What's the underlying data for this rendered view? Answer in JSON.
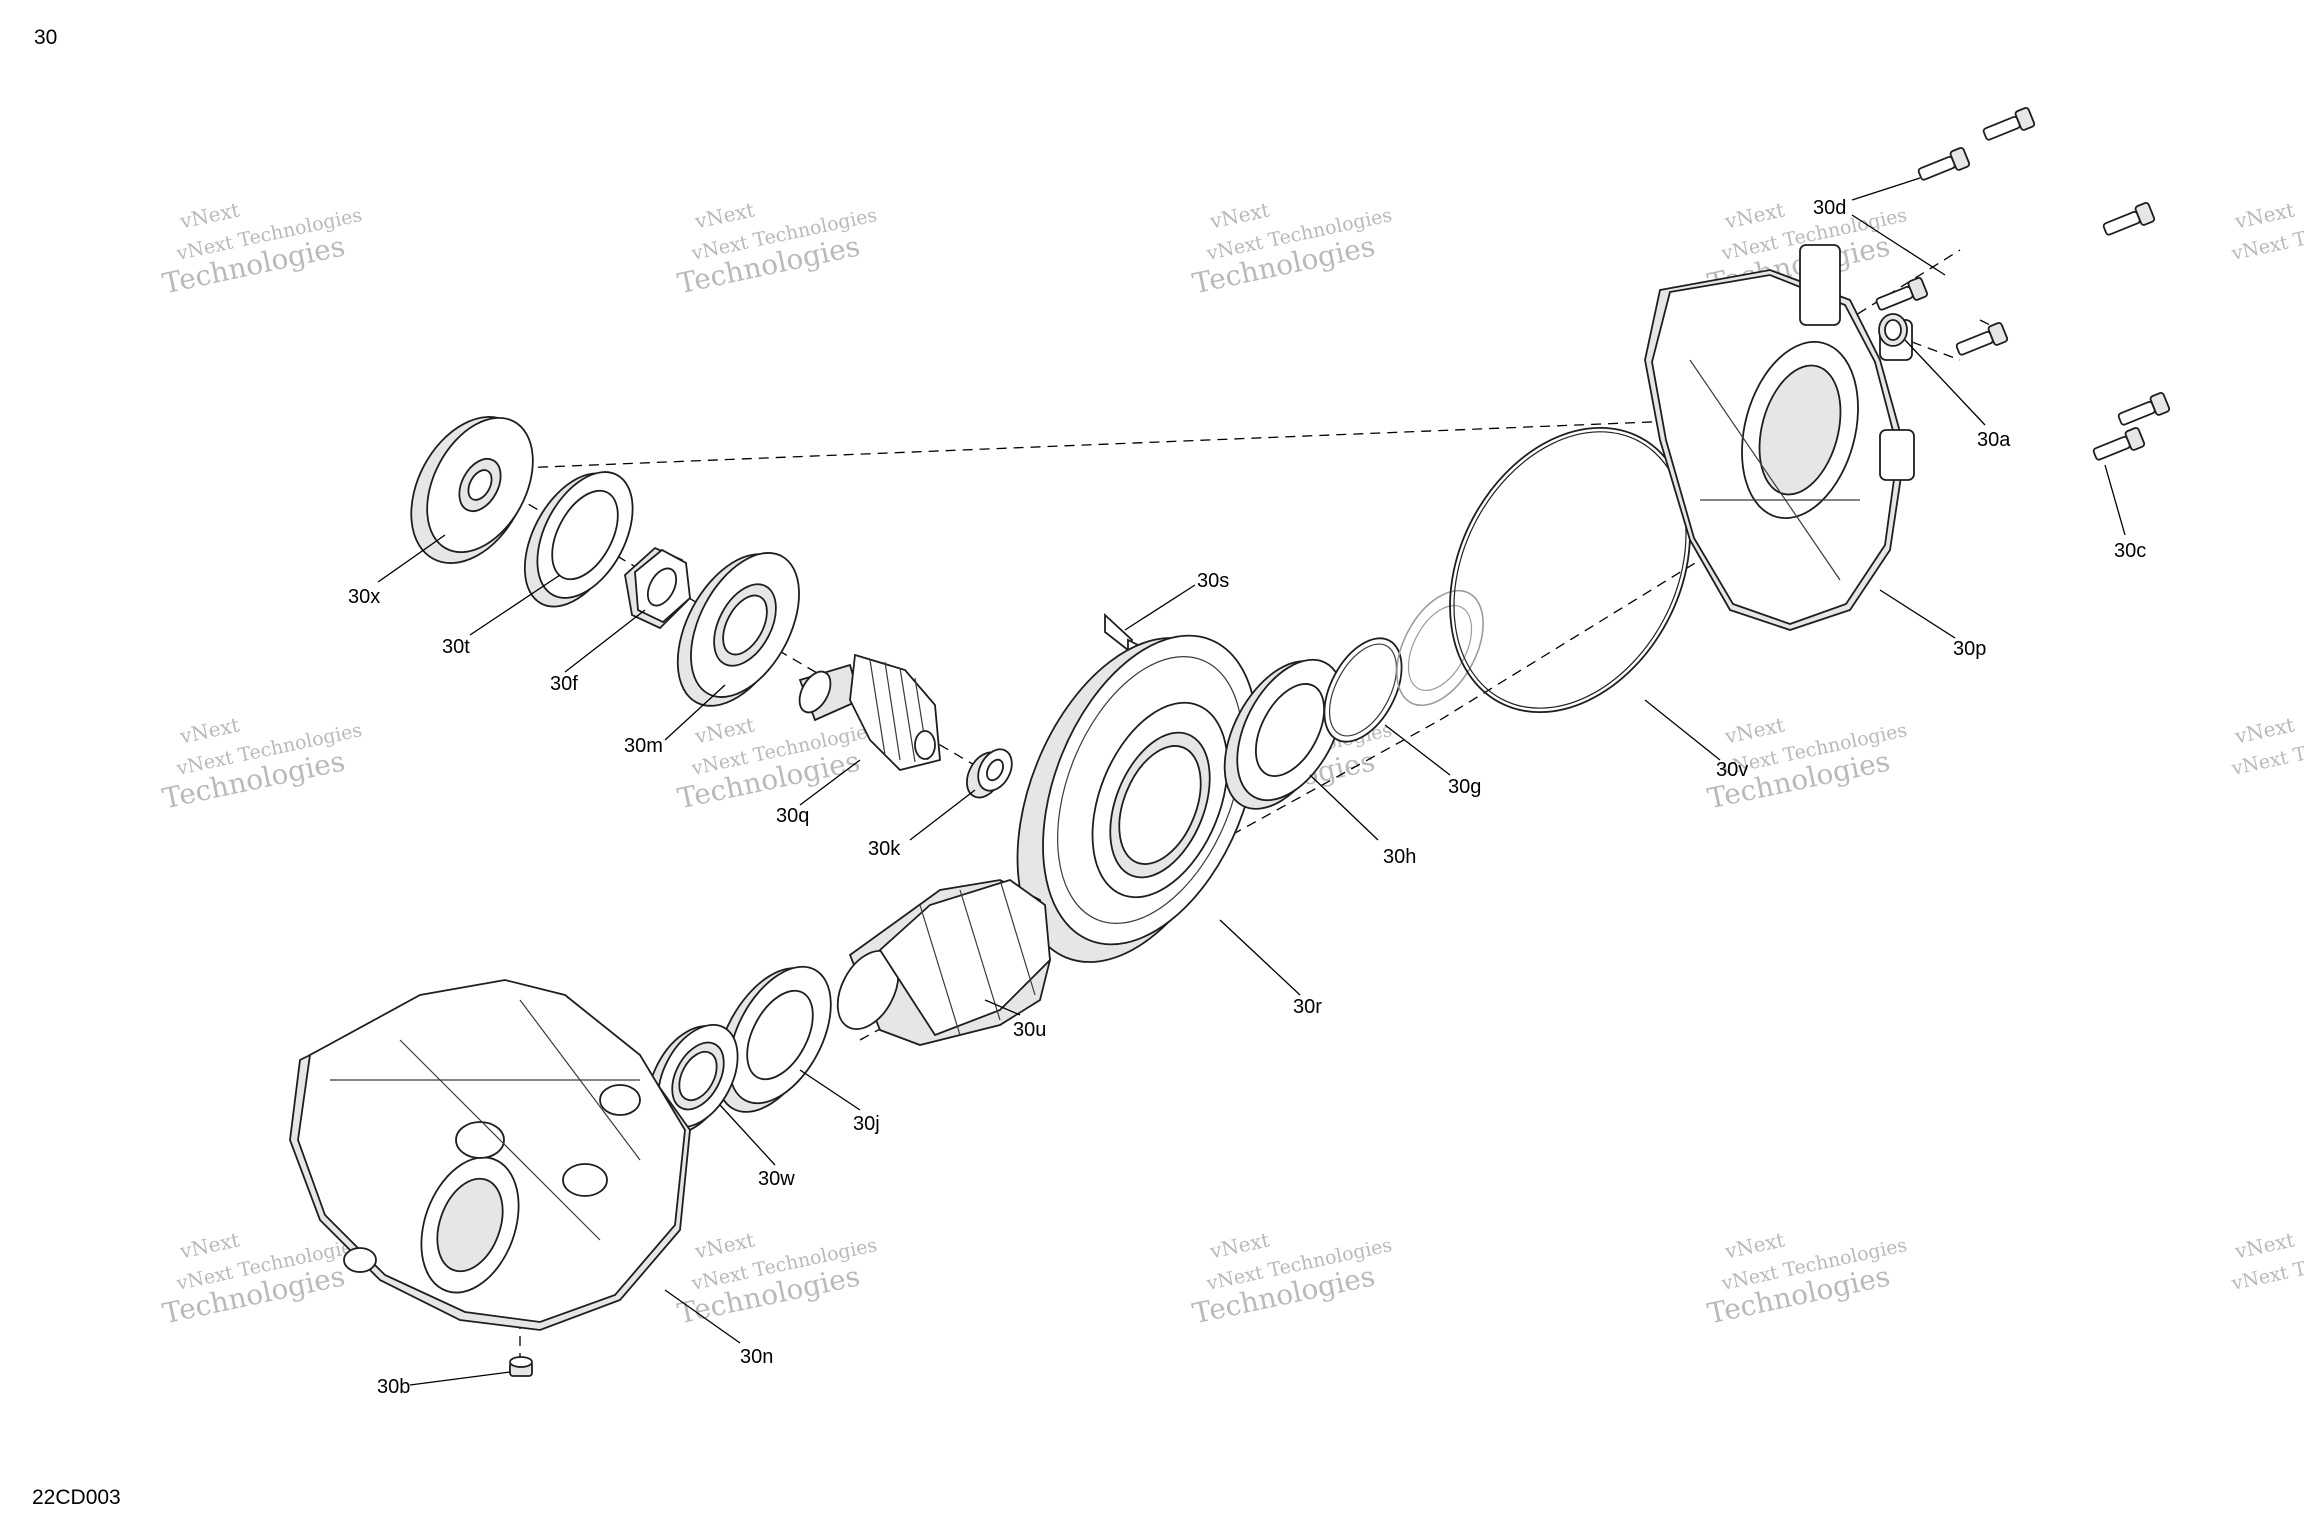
{
  "header": {
    "page_number": "30"
  },
  "footer": {
    "diagram_code": "22CD003"
  },
  "watermark": {
    "line1": "vNext Technologies",
    "line2": "Technologies",
    "line3": "vNext"
  },
  "callouts": {
    "30a": "30a",
    "30b": "30b",
    "30c": "30c",
    "30d": "30d",
    "30f": "30f",
    "30g": "30g",
    "30h": "30h",
    "30j": "30j",
    "30k": "30k",
    "30m": "30m",
    "30n": "30n",
    "30p": "30p",
    "30q": "30q",
    "30r": "30r",
    "30s": "30s",
    "30t": "30t",
    "30u": "30u",
    "30v": "30v",
    "30w": "30w",
    "30x": "30x"
  }
}
